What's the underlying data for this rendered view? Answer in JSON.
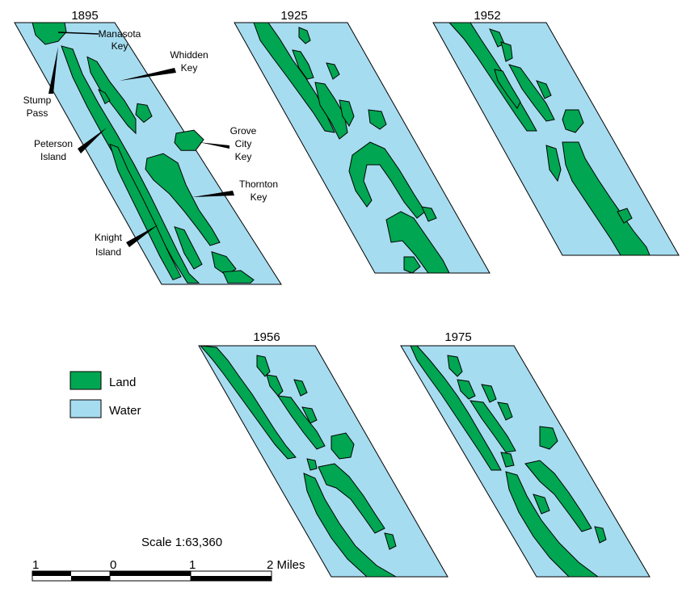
{
  "panels": [
    {
      "year": "1895"
    },
    {
      "year": "1925"
    },
    {
      "year": "1952"
    },
    {
      "year": "1956"
    },
    {
      "year": "1975"
    }
  ],
  "labels": {
    "manasota": [
      "Manasota",
      "Key"
    ],
    "whidden": [
      "Whidden",
      "Key"
    ],
    "stump": [
      "Stump",
      "Pass"
    ],
    "peterson": [
      "Peterson",
      "Island"
    ],
    "grove": [
      "Grove",
      "City",
      "Key"
    ],
    "thornton": [
      "Thornton",
      "Key"
    ],
    "knight": [
      "Knight",
      "Island"
    ]
  },
  "legend": {
    "land": "Land",
    "water": "Water",
    "land_color": "#00a651",
    "water_color": "#a6dcf0"
  },
  "scale": {
    "title": "Scale 1:63,360",
    "ticks": [
      "1",
      "0",
      "1",
      "2 Miles"
    ]
  }
}
